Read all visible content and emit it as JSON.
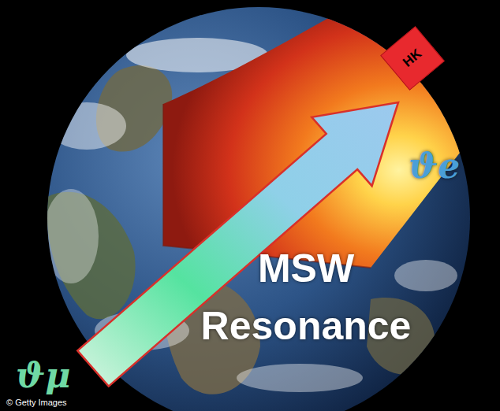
{
  "diagram": {
    "nodes": [
      {
        "text": [
          "HK"
        ]
      }
    ],
    "labels": [
      "ϑe",
      "MSW Resonance",
      "ϑμ",
      "© Getty Images"
    ]
  }
}
